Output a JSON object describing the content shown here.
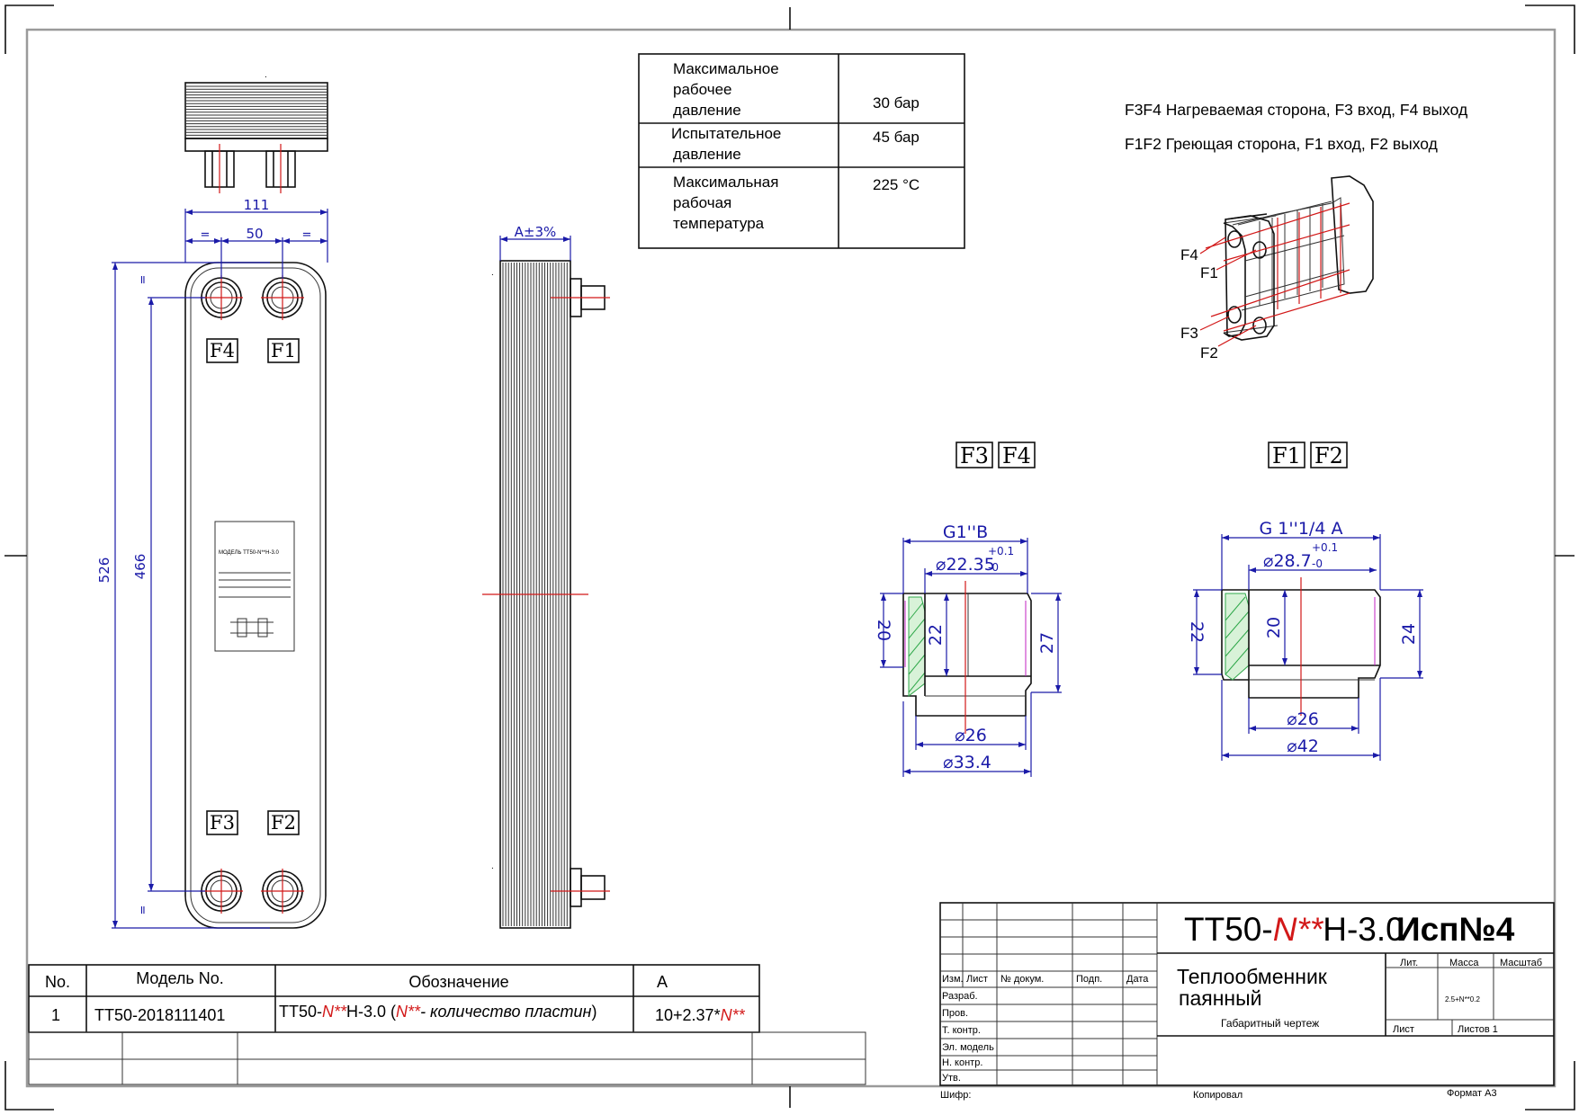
{
  "spec_table": {
    "rows": [
      {
        "label": [
          "Максимальное",
          "рабочее",
          "давление"
        ],
        "value": "30 бар"
      },
      {
        "label": [
          "Испытательное",
          "давление"
        ],
        "value": "45 бар"
      },
      {
        "label": [
          "Максимальная",
          "рабочая",
          "температура"
        ],
        "value": "225 °C"
      }
    ]
  },
  "notes": {
    "line1": "F3F4 Нагреваемая сторона, F3 вход, F4 выход",
    "line2": "F1F2 Греющая сторона, F1 вход, F2 выход"
  },
  "iso_labels": {
    "f4": "F4",
    "f1": "F1",
    "f3": "F3",
    "f2": "F2"
  },
  "front_view": {
    "ports": {
      "top_left": "F4",
      "top_right": "F1",
      "bottom_left": "F3",
      "bottom_right": "F2"
    },
    "dims": {
      "overall_width": "111",
      "port_spacing": "50",
      "eq": "=",
      "height": "526",
      "port_distance": "466"
    },
    "nameplate": {
      "model": "МОДЕЛЬ  TT50-N**H-3.0"
    }
  },
  "side_view": {
    "dim": "A±3%"
  },
  "fitting_f3f4": {
    "title": [
      "F3",
      "F4"
    ],
    "thread": "G1''B",
    "bore": "⌀22.35",
    "tol_upper": "+0.1",
    "tol_lower": "-0",
    "d_left": "20",
    "d_inner": "22",
    "d_right": "27",
    "d_26": "⌀26",
    "d_outer": "⌀33.4"
  },
  "fitting_f1f2": {
    "title": [
      "F1",
      "F2"
    ],
    "thread": "G 1''1/4  A",
    "bore": "⌀28.7",
    "tol_upper": "+0.1",
    "tol_lower": "-0",
    "d_left": "22",
    "d_inner": "20",
    "d_right": "24",
    "d_26": "⌀26",
    "d_outer": "⌀42"
  },
  "model_table": {
    "headers": {
      "no": "No.",
      "model": "Модель No.",
      "designation": "Обозначение",
      "a": "A"
    },
    "row": {
      "no": "1",
      "model": "TT50-2018111401",
      "designation_prefix": "TT50-",
      "designation_n": "N**",
      "designation_suffix": "H-3.0  (",
      "designation_note_n": "N**",
      "designation_note": "- количество пластин",
      "designation_close": ")",
      "a_prefix": "10+2.37*",
      "a_n": "N**"
    }
  },
  "title_block": {
    "designation_prefix": "TT50-",
    "designation_n": "N**",
    "designation_suffix": "H-3.0",
    "variant": "Исп№4",
    "name_line1": "Теплообменник",
    "name_line2": "паянный",
    "doc_type": "Габаритный чертеж",
    "col_headers": {
      "izm": "Изм.",
      "list": "Лист",
      "doc": "№ докум.",
      "sign": "Подп.",
      "date": "Дата"
    },
    "roles": [
      "Разраб.",
      "Пров.",
      "Т. контр.",
      "Эл. модель",
      "Н. контр.",
      "Утв."
    ],
    "lit": "Лит.",
    "mass": "Масса",
    "scale": "Масштаб",
    "mass_value": "2.5+N**0.2",
    "sheet": "Лист",
    "sheets": "Листов 1",
    "cipher": "Шифр:",
    "copied": "Копировал",
    "format": "Формат A3"
  },
  "colors": {
    "dimension": "#1a1aa8",
    "centerline": "#d21818",
    "hatch": "#2fa84a",
    "magenta": "#c020c0"
  }
}
